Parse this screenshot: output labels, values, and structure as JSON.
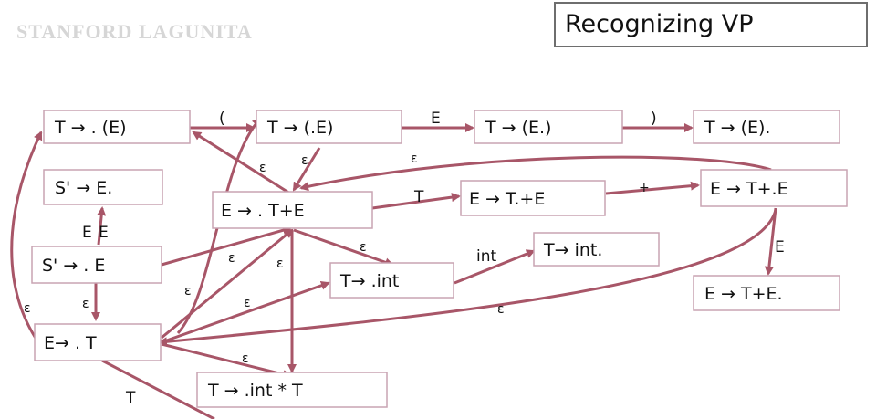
{
  "logo": {
    "text": "STANFORD LAGUNITA"
  },
  "slide": {
    "title": "Recognizing VP"
  },
  "nodes": {
    "t_dot_paren": "T → . (E)",
    "t_paren_dot_e": "T → (.E)",
    "t_paren_e_dot": "T → (E.)",
    "t_paren_e_paren_dot": "T → (E).",
    "sprime_e_dot": "S' → E.",
    "e_dot_t_plus_e": "E → . T+E",
    "e_t_dot_plus_e": "E → T.+E",
    "e_t_plus_dot_e": "E → T+.E",
    "sprime_dot_e": "S' → . E",
    "t_int_dot": "T→ int.",
    "t_dot_int": "T→ .int",
    "e_t_plus_e_dot": "E → T+E.",
    "e_dot_t": "E→ . T",
    "t_dot_int_times_t": "T → .int * T"
  },
  "labels": {
    "open_paren": "(",
    "close_paren": ")",
    "e": "E",
    "t": "T",
    "plus": "+",
    "int": "int",
    "eps": "ε"
  }
}
